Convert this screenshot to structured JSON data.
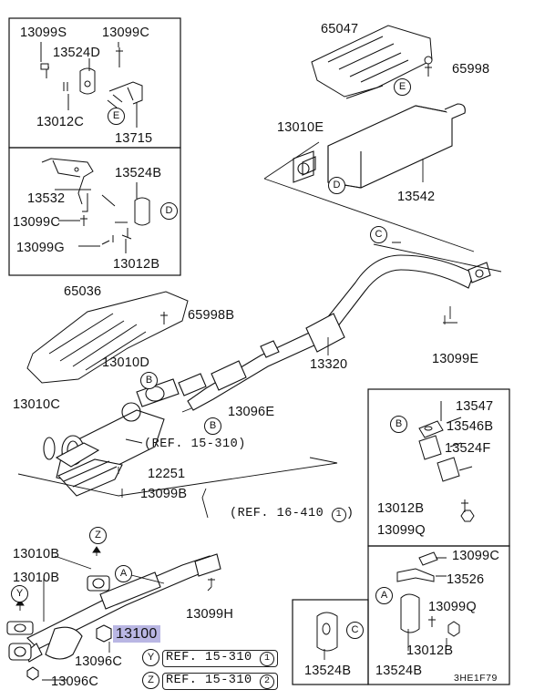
{
  "labels": {
    "p13099S": "13099S",
    "p13099C_top": "13099C",
    "p13524D": "13524D",
    "p13012C": "13012C",
    "p13715": "13715",
    "p13532": "13532",
    "p13524B_box": "13524B",
    "p13099C_box2": "13099C",
    "p13099G": "13099G",
    "p13012B_box2": "13012B",
    "p65047": "65047",
    "p65998": "65998",
    "p13010E": "13010E",
    "p13542": "13542",
    "p65036": "65036",
    "p65998B": "65998B",
    "p13320": "13320",
    "p13099E": "13099E",
    "p13010D": "13010D",
    "p13010C": "13010C",
    "p13096E": "13096E",
    "p12251": "12251",
    "p13099B": "13099B",
    "p13547": "13547",
    "p13546B": "13546B",
    "p13524F": "13524F",
    "p13012B_right": "13012B",
    "p13099Q_right": "13099Q",
    "p13010B_1": "13010B",
    "p13010B_2": "13010B",
    "p13099H": "13099H",
    "p13100": "13100",
    "p13096C_1": "13096C",
    "p13096C_2": "13096C",
    "p13099C_bot": "13099C",
    "p13526": "13526",
    "p13099Q_bot": "13099Q",
    "p13012B_bot": "13012B",
    "p13524B_bot1": "13524B",
    "p13524B_bot2": "13524B"
  },
  "refs": {
    "ref_15_310_mid": "(REF. 15-310)",
    "ref_16_410": "(REF. 16-410",
    "ref_16_410_circ": "1",
    "ref_15_310_y": "REF. 15-310",
    "ref_15_310_y_circ": "1",
    "ref_15_310_z": "REF. 15-310",
    "ref_15_310_z_circ": "2"
  },
  "markers": {
    "E": "E",
    "D": "D",
    "C": "C",
    "B": "B",
    "A": "A",
    "Y": "Y",
    "Z": "Z"
  },
  "diagram_code": "3HE1F79",
  "colors": {
    "highlight": "#b9b6e3",
    "line": "#111111"
  }
}
